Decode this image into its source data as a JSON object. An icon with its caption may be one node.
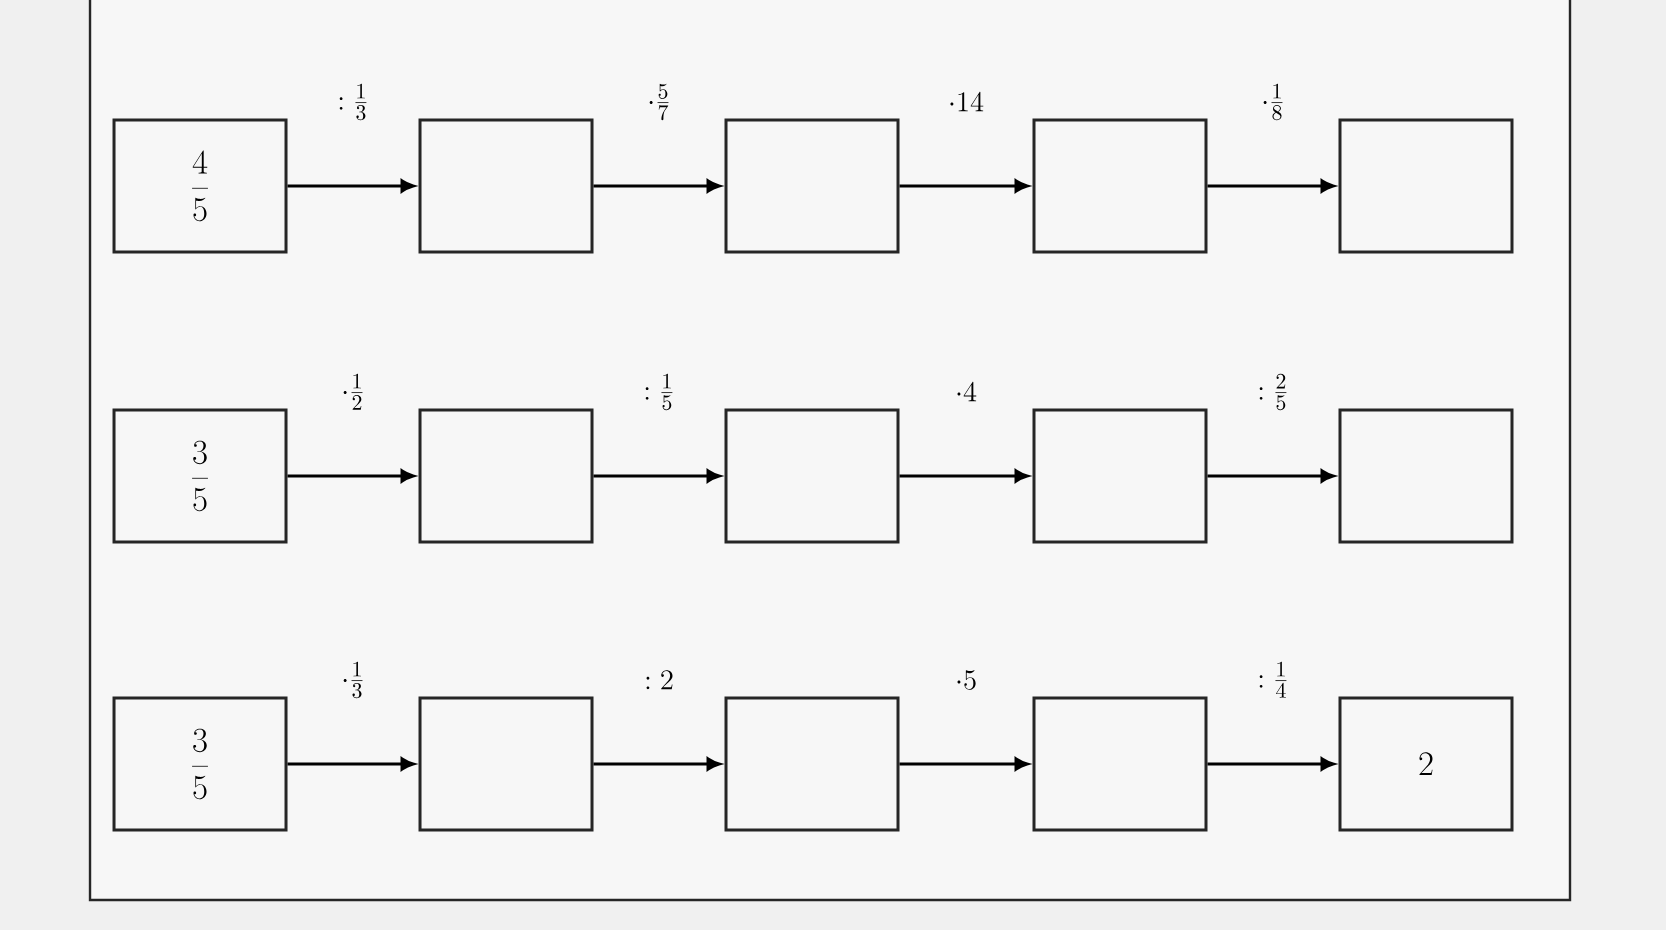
{
  "diagram": {
    "nodes": [
      {
        "text": [
          "\\frac{4}{5}"
        ]
      },
      {
        "text": [],
        "shape": "box"
      },
      {
        "text": [],
        "shape": "box"
      },
      {
        "text": [],
        "shape": "box"
      },
      {
        "text": [],
        "shape": "box"
      },
      {
        "text": [
          "\\frac{3}{5}"
        ]
      },
      {
        "text": [],
        "shape": "box"
      },
      {
        "text": [],
        "shape": "box"
      },
      {
        "text": [],
        "shape": "box"
      },
      {
        "text": [],
        "shape": "box"
      },
      {
        "text": [
          "\\frac{3}{5}"
        ]
      },
      {
        "text": [],
        "shape": "box"
      },
      {
        "text": [],
        "shape": "box"
      },
      {
        "text": [],
        "shape": "box"
      },
      {
        "text": [
          "2"
        ]
      }
    ],
    "edges": [
      {
        "from": 0,
        "to": 1,
        "arrow": "to",
        "label": ":\\frac{1}{3}"
      },
      {
        "from": 1,
        "to": 2,
        "arrow": "to",
        "label": "\\cdot\\frac{5}{7}"
      },
      {
        "from": 2,
        "to": 3,
        "arrow": "to",
        "label": "\\cdot 14"
      },
      {
        "from": 3,
        "to": 4,
        "arrow": "to",
        "label": "\\cdot\\frac{1}{8}"
      },
      {
        "from": 5,
        "to": 6,
        "arrow": "to",
        "label": "\\cdot\\frac{1}{2}"
      },
      {
        "from": 6,
        "to": 7,
        "arrow": "to",
        "label": ":\\frac{1}{5}"
      },
      {
        "from": 7,
        "to": 8,
        "arrow": "to",
        "label": "\\cdot 4"
      },
      {
        "from": 8,
        "to": 9,
        "arrow": "to",
        "label": ":\\frac{2}{5}"
      },
      {
        "from": 10,
        "to": 11,
        "arrow": "to",
        "label": "\\cdot\\frac{1}{3}"
      },
      {
        "from": 11,
        "to": 12,
        "arrow": "to",
        "label": ":2"
      },
      {
        "from": 12,
        "to": 13,
        "arrow": "to",
        "label": "\\cdot 5"
      },
      {
        "from": 13,
        "to": 14,
        "arrow": "to",
        "label": ":\\frac{1}{4}"
      }
    ]
  }
}
